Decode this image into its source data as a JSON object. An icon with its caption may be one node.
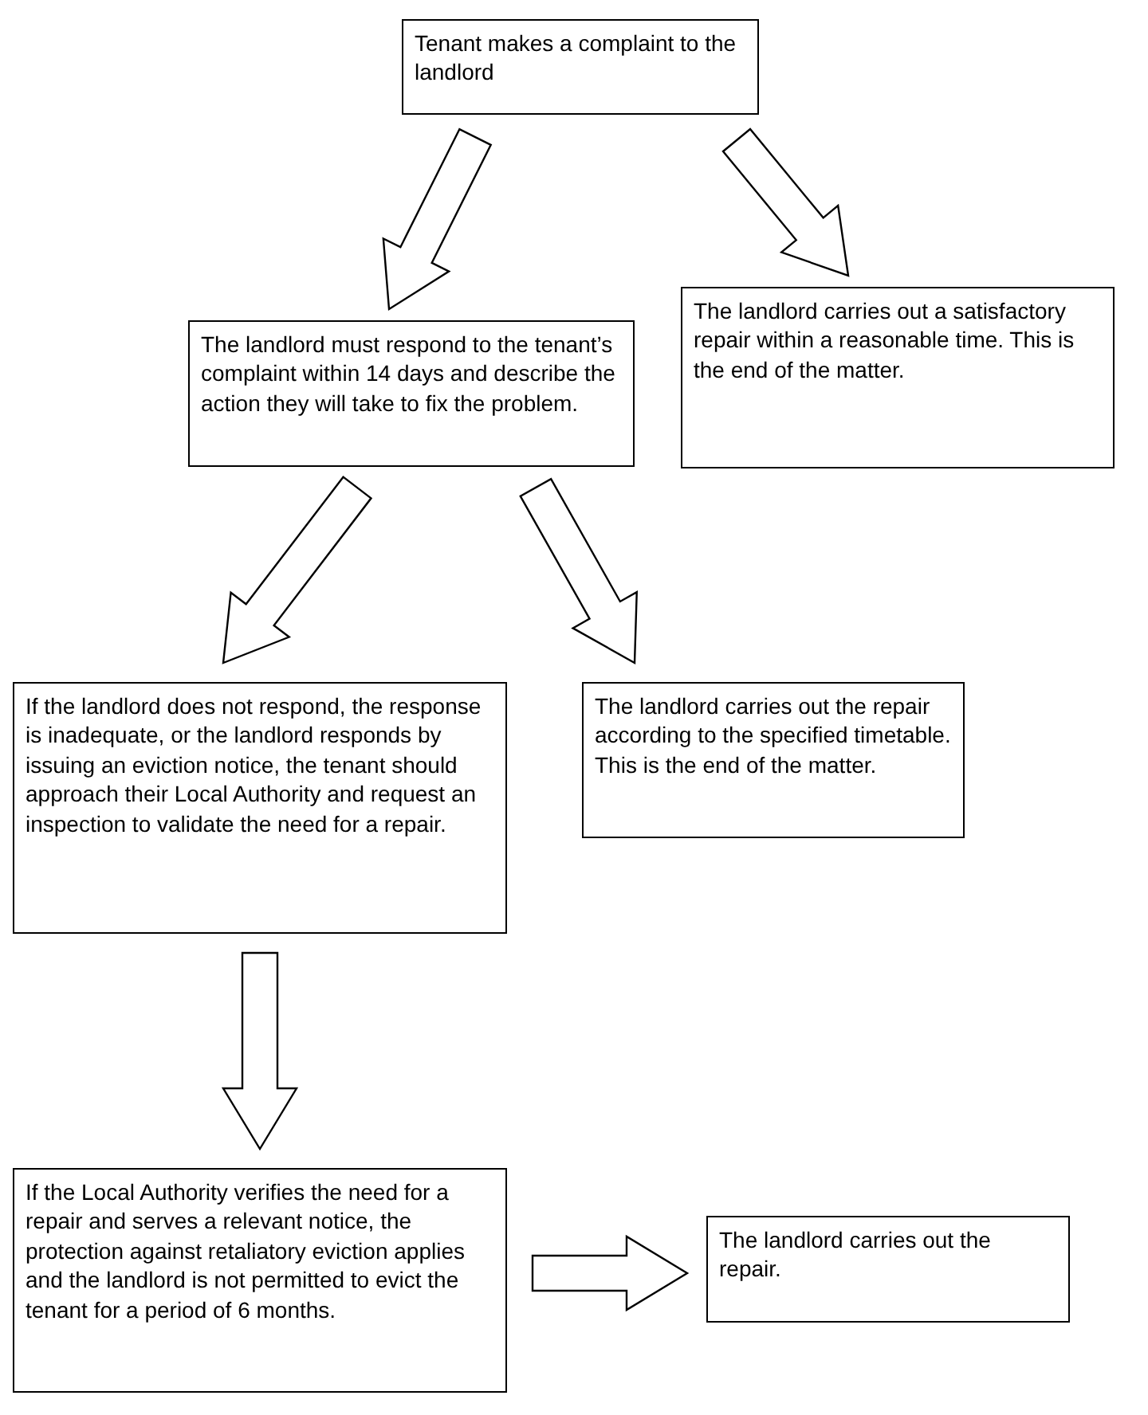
{
  "diagram": {
    "nodes": [
      {
        "text": [
          "Tenant makes a complaint to the landlord"
        ]
      },
      {
        "text": [
          "The landlord must respond to the tenant’s complaint within 14 days and describe the action they will take to fix the problem."
        ]
      },
      {
        "text": [
          "The landlord carries out a satisfactory repair within a reasonable time. This is the end of the matter."
        ]
      },
      {
        "text": [
          "If the landlord does not respond, the response is inadequate, or the landlord responds by issuing an eviction notice, the tenant should approach their Local Authority and request an inspection to validate the need for a repair."
        ]
      },
      {
        "text": [
          "The landlord carries out the repair according to the specified timetable. This is the end of the matter."
        ]
      },
      {
        "text": [
          "If the Local Authority verifies the need for a repair and serves a relevant notice, the protection against retaliatory eviction applies and the landlord is not permitted to evict the tenant for a period of 6 months."
        ]
      },
      {
        "text": [
          "The landlord carries out the repair."
        ]
      }
    ],
    "edges": [
      {
        "from": 0,
        "to": 1,
        "arrow": "to"
      },
      {
        "from": 0,
        "to": 2,
        "arrow": "to"
      },
      {
        "from": 1,
        "to": 3,
        "arrow": "to"
      },
      {
        "from": 1,
        "to": 4,
        "arrow": "to"
      },
      {
        "from": 3,
        "to": 5,
        "arrow": "to"
      },
      {
        "from": 5,
        "to": 6,
        "arrow": "to"
      }
    ]
  }
}
